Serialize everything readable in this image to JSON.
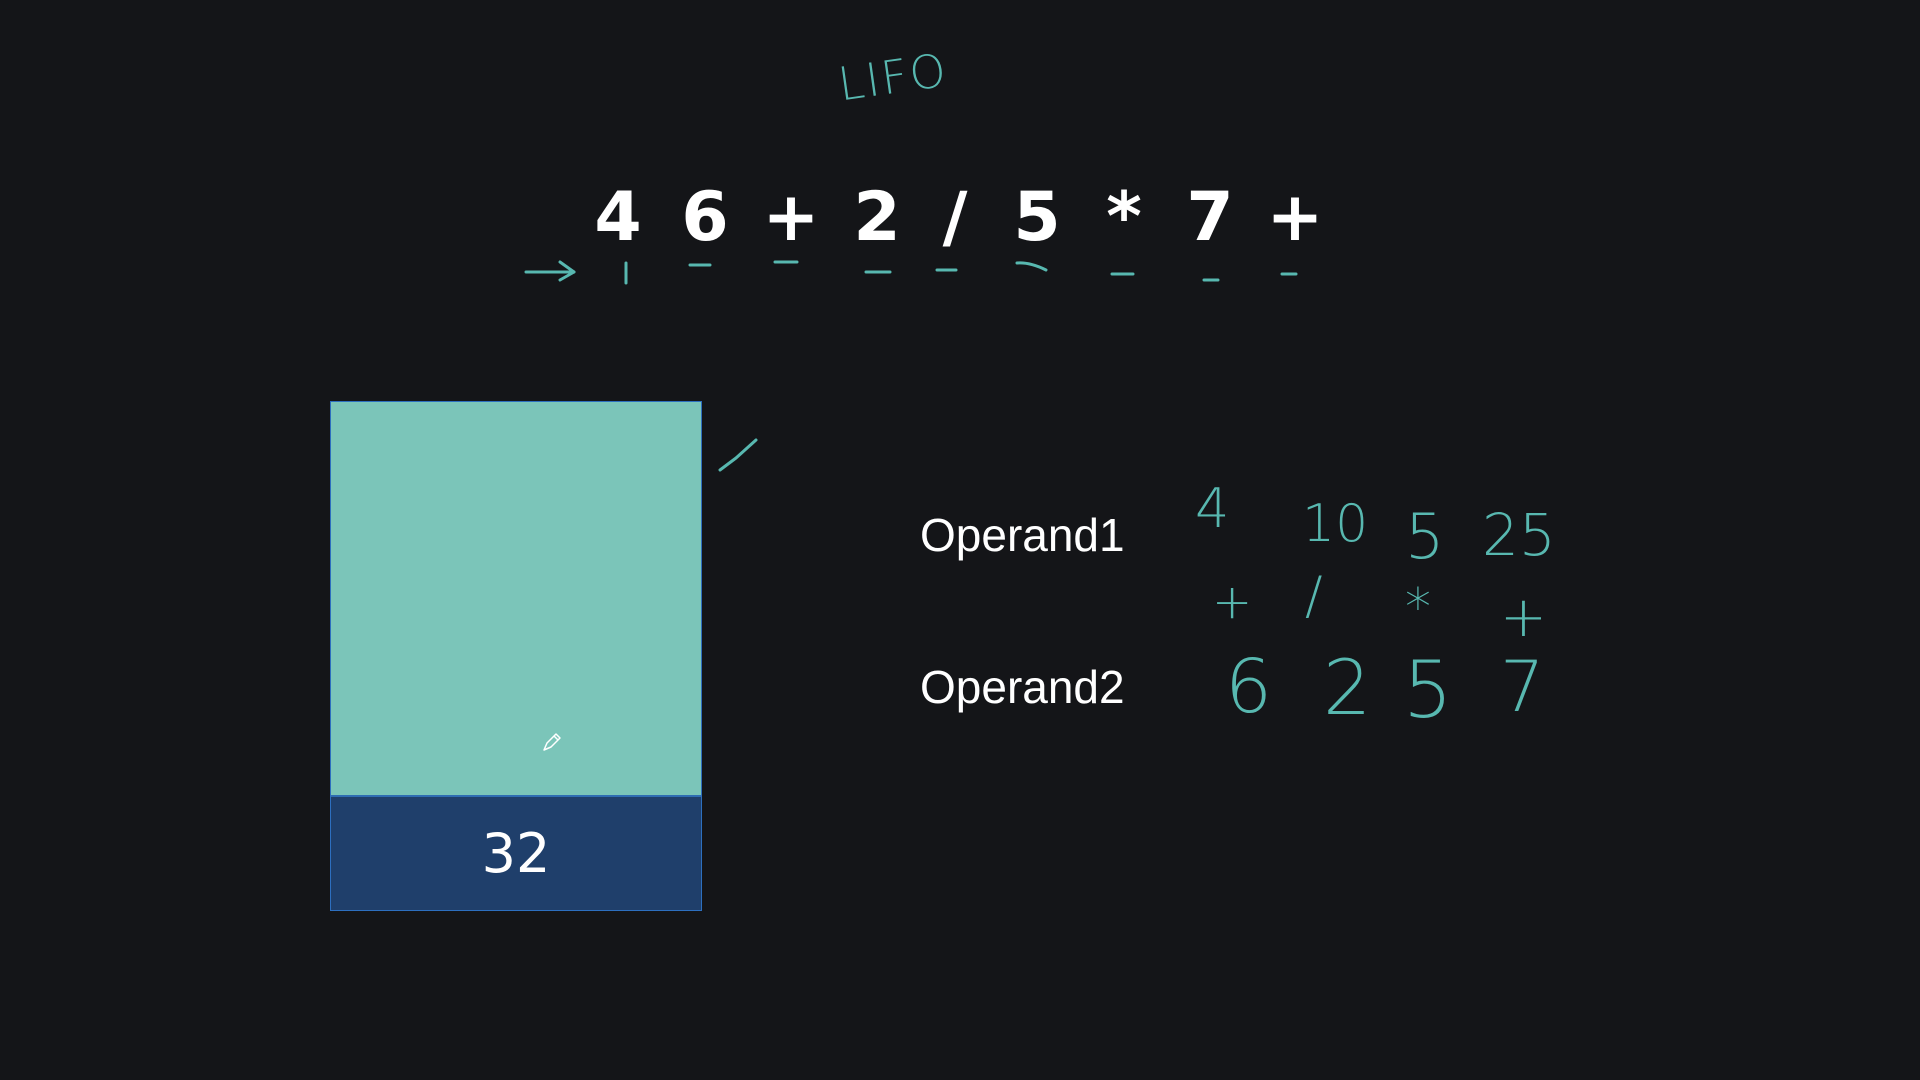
{
  "header": {
    "lifo_label": "LIFO"
  },
  "expression": {
    "tokens": [
      "4",
      "6",
      "+",
      "2",
      "/",
      "5",
      "*",
      "7",
      "+"
    ]
  },
  "stack": {
    "top_value": "32"
  },
  "operands": {
    "operand1_label": "Operand1",
    "operand2_label": "Operand2",
    "operand1_values": [
      "4",
      "10",
      "5",
      "25"
    ],
    "operators": [
      "+",
      "/",
      "*",
      "+"
    ],
    "operand2_values": [
      "6",
      "2",
      "5",
      "7"
    ]
  },
  "colors": {
    "background": "#141518",
    "ink": "#58b8b0",
    "stack_fill": "#7bc5b9",
    "stack_top_cell": "#1f3f6b"
  },
  "icons": {
    "cursor": "pen-cursor-icon"
  }
}
